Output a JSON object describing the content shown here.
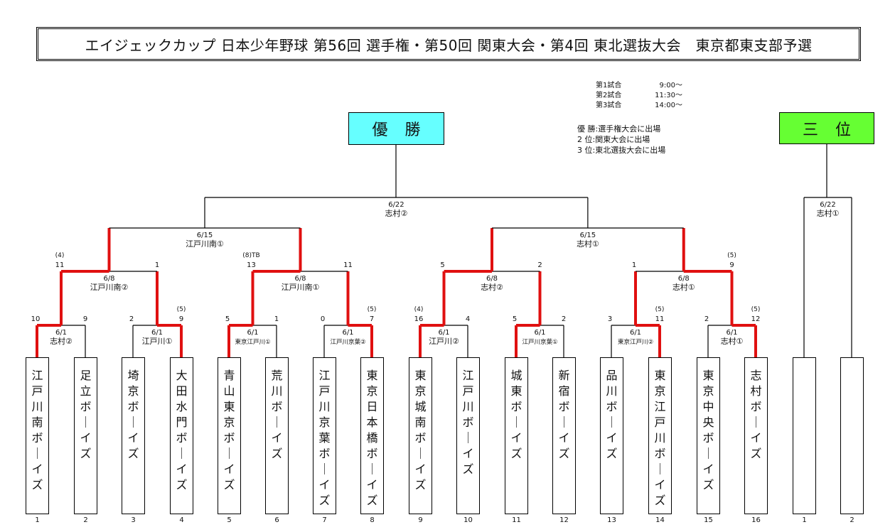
{
  "title": "エイジェックカップ 日本少年野球 第56回 選手権・第50回 関東大会・第4回 東北選抜大会　東京都東支部予選",
  "schedule": [
    {
      "label": "第1試合",
      "time": "9:00～"
    },
    {
      "label": "第2試合",
      "time": "11:30～"
    },
    {
      "label": "第3試合",
      "time": "14:00～"
    }
  ],
  "legend": [
    "優 勝:選手権大会に出場",
    "2  位:関東大会に出場",
    "3  位:東北選抜大会に出場"
  ],
  "awards": {
    "champion": "優勝",
    "third": "三位",
    "champion_color": "#66ffff",
    "third_color": "#66ff33"
  },
  "colors": {
    "winner_line": "#e01010",
    "line": "#000000"
  },
  "teams": [
    {
      "seed": "1",
      "name": "江戸川南ボーイズ"
    },
    {
      "seed": "2",
      "name": "足立ボーイズ"
    },
    {
      "seed": "3",
      "name": "埼京ボーイズ"
    },
    {
      "seed": "4",
      "name": "大田水門ボーイズ"
    },
    {
      "seed": "5",
      "name": "青山東京ボーイズ"
    },
    {
      "seed": "6",
      "name": "荒川ボーイズ"
    },
    {
      "seed": "7",
      "name": "江戸川京葉ボーイズ"
    },
    {
      "seed": "8",
      "name": "東京日本橋ボーイズ"
    },
    {
      "seed": "9",
      "name": "東京城南ボーイズ"
    },
    {
      "seed": "10",
      "name": "江戸川ボーイズ"
    },
    {
      "seed": "11",
      "name": "城東ボーイズ"
    },
    {
      "seed": "12",
      "name": "新宿ボーイズ"
    },
    {
      "seed": "13",
      "name": "品川ボーイズ"
    },
    {
      "seed": "14",
      "name": "東京江戸川ボーイズ"
    },
    {
      "seed": "15",
      "name": "東京中央ボーイズ"
    },
    {
      "seed": "16",
      "name": "志村ボーイズ"
    }
  ],
  "third_place_slots": [
    {
      "seed": "1",
      "name": ""
    },
    {
      "seed": "2",
      "name": ""
    }
  ],
  "round1": [
    {
      "date": "6/1",
      "venue": "志村②",
      "scores": [
        "10",
        "9"
      ],
      "notes": [
        "",
        ""
      ],
      "winner": 0
    },
    {
      "date": "6/1",
      "venue": "江戸川①",
      "scores": [
        "2",
        "9"
      ],
      "notes": [
        "",
        "(5)"
      ],
      "winner": 1
    },
    {
      "date": "6/1",
      "venue": "東京江戸川①",
      "scores": [
        "5",
        "1"
      ],
      "notes": [
        "",
        ""
      ],
      "winner": 0
    },
    {
      "date": "6/1",
      "venue": "江戸川京葉②",
      "scores": [
        "0",
        "7"
      ],
      "notes": [
        "",
        "(5)"
      ],
      "winner": 1
    },
    {
      "date": "6/1",
      "venue": "江戸川②",
      "scores": [
        "16",
        "4"
      ],
      "notes": [
        "(4)",
        ""
      ],
      "winner": 0
    },
    {
      "date": "6/1",
      "venue": "江戸川京葉①",
      "scores": [
        "5",
        "2"
      ],
      "notes": [
        "",
        ""
      ],
      "winner": 0
    },
    {
      "date": "6/1",
      "venue": "東京江戸川②",
      "scores": [
        "3",
        "11"
      ],
      "notes": [
        "",
        "(5)"
      ],
      "winner": 1
    },
    {
      "date": "6/1",
      "venue": "志村①",
      "scores": [
        "2",
        "12"
      ],
      "notes": [
        "",
        "(5)"
      ],
      "winner": 1
    }
  ],
  "round2": [
    {
      "date": "6/8",
      "venue": "江戸川南②",
      "scores": [
        "11",
        "1"
      ],
      "notes": [
        "(4)",
        ""
      ],
      "winner": 0
    },
    {
      "date": "6/8",
      "venue": "江戸川南①",
      "scores": [
        "13",
        "11"
      ],
      "notes": [
        "(8)TB",
        ""
      ],
      "winner": 0
    },
    {
      "date": "6/8",
      "venue": "志村②",
      "scores": [
        "5",
        "2"
      ],
      "notes": [
        "",
        ""
      ],
      "winner": 0
    },
    {
      "date": "6/8",
      "venue": "志村①",
      "scores": [
        "1",
        "9"
      ],
      "notes": [
        "",
        "(5)"
      ],
      "winner": 1
    }
  ],
  "semifinal": [
    {
      "date": "6/15",
      "venue": "江戸川南①"
    },
    {
      "date": "6/15",
      "venue": "志村①"
    }
  ],
  "final": {
    "date": "6/22",
    "venue": "志村②"
  },
  "third_place_game": {
    "date": "6/22",
    "venue": "志村①"
  }
}
